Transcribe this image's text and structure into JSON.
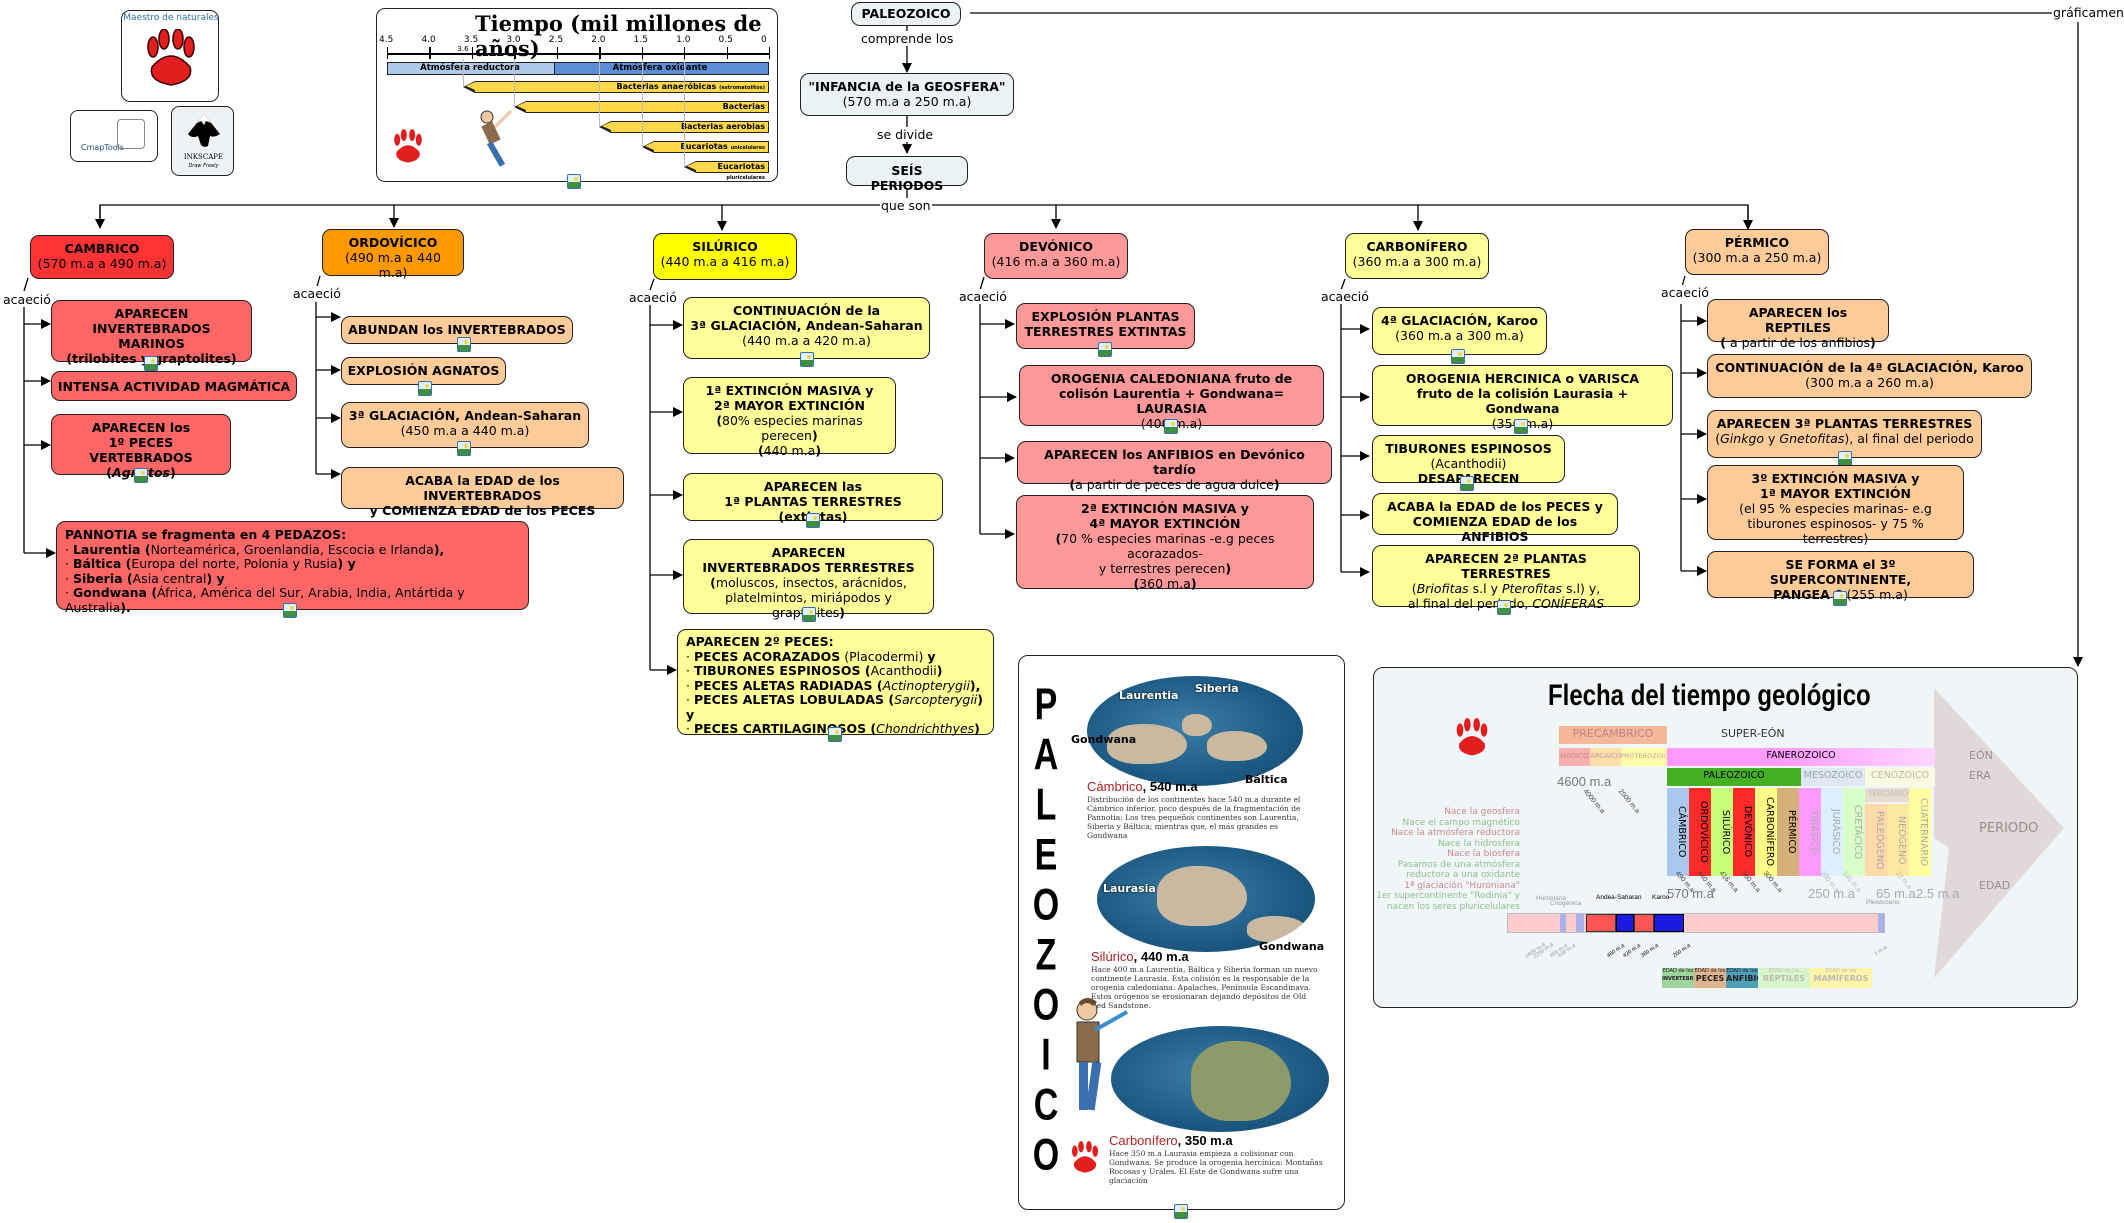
{
  "root": {
    "title": "PALEOZOICO",
    "link_comprende": "comprende los",
    "infancia_title": "\"INFANCIA de la GEOSFERA\"",
    "infancia_range": "(570 m.a a 250 m.a)",
    "link_divide": "se divide",
    "periodos": "SEÍS PERIODOS",
    "link_que_son": "que son",
    "link_graficamente": "gráficamente",
    "link_acaecio": "acaeció"
  },
  "logos": {
    "maestro": "Maestro de naturales",
    "cmaptools": "CmapTools",
    "inkscape": "INKSCAPE",
    "inkscape_tag": "Draw Freely"
  },
  "timeline": {
    "title": "Tiempo (mil millones de años)",
    "ticks": [
      "4.5",
      "4.0",
      "3.5",
      "3.0",
      "2.5",
      "2.0",
      "1.5",
      "1.0",
      "0.5",
      "0"
    ],
    "tick_extra": "3.6",
    "atm_reductora": "Atmósfera reductora",
    "atm_oxidante": "Atmósfera oxidante",
    "bars": [
      {
        "label": "Bacterias anaeróbicas",
        "small": "(estromatolitos)",
        "start": 3.6
      },
      {
        "label": "Bacterias",
        "small": "",
        "start": 3.0
      },
      {
        "label": "Bacterias aerobias",
        "small": "",
        "start": 2.0
      },
      {
        "label": "Eucariotas",
        "small": "unicelulares",
        "start": 1.5
      },
      {
        "label": "Eucariotas",
        "small": "pluricelulares",
        "start": 1.0
      }
    ]
  },
  "periods": [
    {
      "name": "CAMBRICO",
      "range": "(570 m.a a 490 m.a)",
      "color": "#ff3333",
      "events": [
        {
          "html": "<b>APARECEN<br>INVERTEBRADOS MARINOS<br>(trilobites y graptolites)</b>"
        },
        {
          "html": "<b>INTENSA ACTIVIDAD MAGMÁTICA</b>"
        },
        {
          "html": "<b>APARECEN los<br>1º PECES VERTEBRADOS<br>(<i>Agnatos</i>)</b>"
        },
        {
          "html": "<b>PANNOTIA se fragmenta en 4 PEDAZOS:</b><br>· <b>Laurentia (</b>Norteamérica, Groenlandia, Escocia e Irlanda<b>),</b><br>· <b>Báltica (</b>Europa del norte, Polonia y Rusia<b>) y</b><br>· <b>Siberia (</b>Asia central<b>) y</b><br>· <b>Gondwana (</b>África, América del Sur, Arabia, India, Antártida y Australia<b>).</b>"
        }
      ]
    },
    {
      "name": "ORDOVÍCICO",
      "range": "(490 m.a a 440 m.a)",
      "color": "#ff9900",
      "events": [
        {
          "html": "<b>ABUNDAN los INVERTEBRADOS</b>"
        },
        {
          "html": "<b>EXPLOSIÓN AGNATOS</b>"
        },
        {
          "html": "<b>3ª GLACIACIÓN, Andean-Saharan</b><br>(450 m.a a 440 m.a)"
        },
        {
          "html": "<b>ACABA la EDAD de los INVERTEBRADOS<br>y COMIENZA EDAD de los PECES</b>"
        }
      ]
    },
    {
      "name": "SILÚRICO",
      "range": "(440 m.a a 416 m.a)",
      "color": "#ffff00",
      "events": [
        {
          "html": "<b>CONTINUACIÓN de la<br>3ª GLACIACIÓN, Andean-Saharan</b><br>(440 m.a a 420 m.a)"
        },
        {
          "html": "<b>1ª EXTINCIÓN MASIVA y<br>2ª MAYOR EXTINCIÓN<br>(</b>80% especies marinas perecen<b>)<br>(</b>440 m.a<b>)</b>"
        },
        {
          "html": "<b>APARECEN las<br>1ª PLANTAS TERRESTRES (extintas)</b>"
        },
        {
          "html": "<b>APARECEN<br>INVERTEBRADOS TERRESTRES<br>(</b>moluscos, insectos, arácnidos,<br>platelmintos, miriápodos y graptolites<b>)</b>"
        },
        {
          "html": "<b>APARECEN 2º PECES:</b><br>· <b>PECES ACORAZADOS</b> (Placodermi) <b>y</b><br>· <b>TIBURONES ESPINOSOS (</b>Acanthodii<b>)</b><br>· <b>PECES ALETAS RADIADAS (</b><i>Actinopterygii</i><b>),</b><br>· <b>PECES ALETAS LOBULADAS (</b><i>Sarcopterygii</i><b>) y</b><br>· <b>PECES CARTILAGINOSOS (</b><i>Chondrichthyes</i><b>)</b>"
        }
      ]
    },
    {
      "name": "DEVÓNICO",
      "range": "(416 m.a a 360 m.a)",
      "color": "#ff9999",
      "events": [
        {
          "html": "<b>EXPLOSIÓN PLANTAS<br>TERRESTRES EXTINTAS</b>"
        },
        {
          "html": "<b>OROGENIA CALEDONIANA fruto de<br>colisón Laurentia + Gondwana= LAURASIA</b><br>(400 m.a)"
        },
        {
          "html": "<b>APARECEN los ANFIBIOS en Devónico tardío<br>(</b>a partir de peces de agua dulce<b>)</b>"
        },
        {
          "html": "<b>2ª EXTINCIÓN MASIVA y<br>4ª MAYOR EXTINCIÓN<br>(</b>70 % especies marinas -e.g peces acorazados-<br>y terrestres perecen<b>)<br>(</b>360 m.a<b>)</b>"
        }
      ]
    },
    {
      "name": "CARBONÍFERO",
      "range": "(360 m.a a 300 m.a)",
      "color": "#ffff99",
      "events": [
        {
          "html": "<b>4ª GLACIACIÓN, Karoo</b><br>(360 m.a a 300 m.a)"
        },
        {
          "html": "<b>OROGENIA HERCINICA o VARISCA<br>fruto de la colisión Laurasia + Gondwana</b><br>(350 m.a)"
        },
        {
          "html": "<b>TIBURONES ESPINOSOS</b><br>(Acanthodii) <b>DESAPARECEN</b>"
        },
        {
          "html": "<b>ACABA la EDAD de los PECES y<br>COMIENZA EDAD de los ANFIBIOS</b>"
        },
        {
          "html": "<b>APARECEN 2ª PLANTAS TERRESTRES</b><br>(<i>Briofitas</i> s.l y <i>Pterofitas</i> s.l) y,<br>al final del periodo, <i>CONÍFERAS</i>"
        }
      ]
    },
    {
      "name": "PÉRMICO",
      "range": "(300 m.a a 250 m.a)",
      "color": "#ffcc99",
      "events": [
        {
          "html": "<b>APARECEN los REPTILES<br>(</b> a partir de los anfibios<b>)</b>"
        },
        {
          "html": "<b>CONTINUACIÓN de la 4ª GLACIACIÓN, Karoo</b><br>(300 m.a a 260 m.a)"
        },
        {
          "html": "<b>APARECEN 3ª PLANTAS TERRESTRES</b><br>(<i>Ginkgo</i> y <i>Gnetofitas</i>), al final del periodo"
        },
        {
          "html": "<b>3º EXTINCIÓN MASIVA y<br>1ª MAYOR EXTINCIÓN</b><br>(el 95 % especies marinas- e.g<br>tiburones espinosos- y 75 % terrestres)"
        },
        {
          "html": "<b>SE FORMA el 3º SUPERCONTINENTE,<br>PANGEA</b> C (255 m.a)"
        }
      ]
    }
  ],
  "paleo_card": {
    "vertical_title": [
      "P",
      "A",
      "L",
      "E",
      "O",
      "Z",
      "O",
      "I",
      "C",
      "O"
    ],
    "maps": [
      {
        "period": "Cámbrico",
        "age": ", 540 m.a",
        "tags": [
          "Laurentia",
          "Siberia",
          "Gondwana",
          "Báltica"
        ],
        "desc": "Distribución de los continentes hace 540 m.a durante el Cámbrico inferior, poco después de la fragmentación de Pannotia: Los tres pequeños continentes son Laurentia, Siberia y Báltica; mientras que, el más grandes es Gondwana"
      },
      {
        "period": "Silúrico",
        "age": ", 440 m.a",
        "tags": [
          "Laurasia",
          "Gondwana"
        ],
        "desc": "Hace 400 m.a Laurentia, Báltica y Siberia forman un nuevo continente Laurasia. Esta colisión es la responsable de la orogenia caledoniana: Apalaches, Península Escandinava. Estos orógenos se erosionaran dejando depósitos de Old Red Sandstone."
      },
      {
        "period": "Carbonífero",
        "age": ", 350 m.a",
        "tags": [],
        "desc": "Hace 350 m.a Laurasia empieza a colisionar con Gondwana. Se produce la orogenia hercínica: Montañas Rocosas y Urales. El Este de Gondwana sufre una glaciación"
      }
    ]
  },
  "flecha": {
    "title": "Flecha del tiempo geológico",
    "precambrico": "PRECÁMBRICO",
    "super_eon": "SUPER-EÓN",
    "pre_eons": [
      "HÁDICO",
      "ARCAICO",
      "PROTEROZOICO"
    ],
    "fanerozoico": "FANEROZOICO",
    "eon": "EÓN",
    "eras": [
      "PALEOZOICO",
      "MESOZOICO",
      "CENOZOICO"
    ],
    "era": "ERA",
    "terciario": "TERCIARIO",
    "periods": [
      {
        "name": "CÁMBRICO",
        "color": "#a9c8ec"
      },
      {
        "name": "ORDOVÍCICO",
        "color": "#ff2a2a"
      },
      {
        "name": "SILÚRICO",
        "color": "#c7ff7a"
      },
      {
        "name": "DEVÓNICO",
        "color": "#ff2a2a"
      },
      {
        "name": "CARBONÍFERO",
        "color": "#ffff88"
      },
      {
        "name": "PÉRMICO",
        "color": "#d6b07a"
      },
      {
        "name": "TRIÁSICO",
        "color": "#ff99ff"
      },
      {
        "name": "JURÁSICO",
        "color": "#dcefff"
      },
      {
        "name": "CRETÁCICO",
        "color": "#d8ffc8"
      },
      {
        "name": "PALEÓGENO",
        "color": "#ffd9a8"
      },
      {
        "name": "NEÓGENO",
        "color": "#ffe9a0"
      },
      {
        "name": "CUATERNARIO",
        "color": "#ffffa0"
      }
    ],
    "periodo": "PERIODO",
    "edad": "EDAD",
    "ages_big": [
      "4600 m.a",
      "570 m.a",
      "250 m.a",
      "65 m.a",
      "2.5 m.a"
    ],
    "ages_small": [
      "4000 m.a",
      "2500 m.a",
      "490 m.a",
      "440 m.a",
      "416 m.a",
      "360 m.a",
      "300 m.a",
      "200 m.a",
      "145 m.a",
      "23 m.a"
    ],
    "events": [
      {
        "text": "Nace la geosfera",
        "color": "#c98a8a"
      },
      {
        "text": "Nace el campo magnético",
        "color": "#8fbf8f"
      },
      {
        "text": "Nace la atmósfera reductora",
        "color": "#c98a8a"
      },
      {
        "text": "Nace la hidrosfera",
        "color": "#8fbf8f"
      },
      {
        "text": "Nace la biosfera",
        "color": "#c98a8a"
      },
      {
        "text": "Pasamos de una atmósfera",
        "color": "#8fbf8f"
      },
      {
        "text": "reductora a una oxidante",
        "color": "#8fbf8f"
      },
      {
        "text": "1ª glaciación \"Huroniana\"",
        "color": "#c98a8a"
      },
      {
        "text": "1er supercontinente \"Rodinia\" y",
        "color": "#8fbf8f"
      },
      {
        "text": "nacen los seres pluricelulares",
        "color": "#8fbf8f"
      }
    ],
    "glaciations": [
      "Huroniana",
      "Criogénica",
      "Andea-Saharan",
      "Karoo",
      "Pleistoceno"
    ],
    "glac_ages": [
      "2400 m.a",
      "2200 m.a",
      "850 m.a",
      "630 m.a",
      "460 m.a",
      "420 m.a",
      "360 m.a",
      "260 m.a",
      "1 m.a"
    ],
    "edades": [
      {
        "small": "EDAD de los",
        "big": "INVERTEBRADOS",
        "color": "#9fd49f"
      },
      {
        "small": "EDAD de los",
        "big": "PECES",
        "color": "#e0b48f"
      },
      {
        "small": "EDAD de los",
        "big": "ANFIBIOS",
        "color": "#4e9fb8"
      },
      {
        "small": "EDAD de los",
        "big": "REPTILES",
        "color": "#d6f5c8"
      },
      {
        "small": "EDAD de los",
        "big": "MAMÍFEROS",
        "color": "#fff5a8"
      }
    ]
  }
}
